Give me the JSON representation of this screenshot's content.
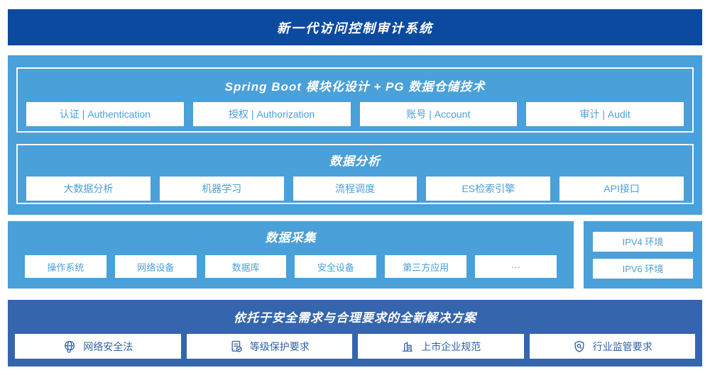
{
  "colors": {
    "banner_blue": "#0c4aa0",
    "light_blue": "#4aa0d8",
    "solution_blue": "#3566ad",
    "box_text_light": "#4aa0d8",
    "box_text_dark": "#3063a8",
    "white": "#ffffff"
  },
  "banner": {
    "title": "新一代访问控制审计系统"
  },
  "platform": {
    "spring": {
      "title": "Spring Boot 模块化设计 + PG 数据仓储技术",
      "items": [
        {
          "label": "认证 | Authentication"
        },
        {
          "label": "授权 | Authorization"
        },
        {
          "label": "账号 | Account"
        },
        {
          "label": "审计 | Audit"
        }
      ]
    },
    "analysis": {
      "title": "数据分析",
      "items": [
        {
          "label": "大数据分析"
        },
        {
          "label": "机器学习"
        },
        {
          "label": "流程调度"
        },
        {
          "label": "ES检索引擎"
        },
        {
          "label": "API接口"
        }
      ]
    }
  },
  "collection": {
    "title": "数据采集",
    "items": [
      {
        "label": "操作系统"
      },
      {
        "label": "网络设备"
      },
      {
        "label": "数据库"
      },
      {
        "label": "安全设备"
      },
      {
        "label": "第三方应用"
      },
      {
        "label": "···"
      }
    ]
  },
  "environments": {
    "items": [
      {
        "label": "IPV4 环境"
      },
      {
        "label": "IPV6 环境"
      }
    ]
  },
  "solution": {
    "title": "依托于安全需求与合理要求的全新解决方案",
    "items": [
      {
        "icon": "globe-icon",
        "label": "网络安全法"
      },
      {
        "icon": "document-check-icon",
        "label": "等级保护要求"
      },
      {
        "icon": "building-icon",
        "label": "上市企业规范"
      },
      {
        "icon": "shield-search-icon",
        "label": "行业监管要求"
      }
    ]
  }
}
